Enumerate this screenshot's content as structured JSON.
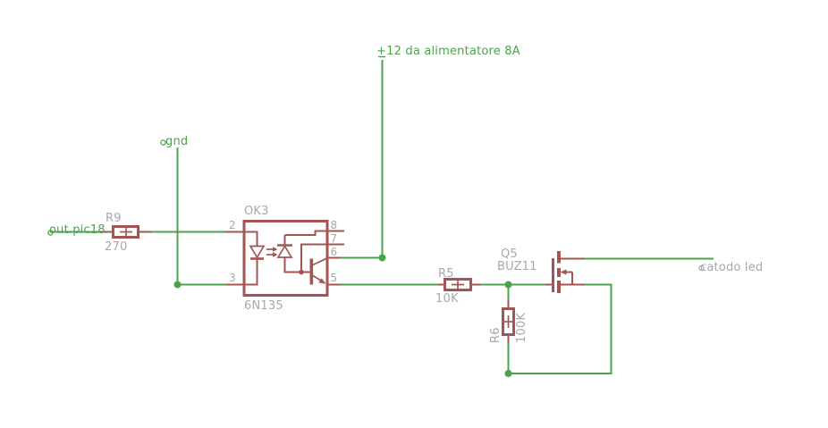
{
  "canvas": {
    "background": "#ffffff",
    "colors": {
      "wire_green": "#4ba34b",
      "component_red": "#a35454",
      "annotation_gray": "#a8a8a8"
    }
  },
  "net_labels": {
    "supply": "+12 da alimentatore 8A",
    "ground": "gnd",
    "input": "out pic18",
    "output": "catodo led"
  },
  "components": {
    "r9": {
      "name": "R9",
      "value": "270"
    },
    "r5": {
      "name": "R5",
      "value": "10K"
    },
    "r6": {
      "name": "R6",
      "value": "100K"
    },
    "q5": {
      "name": "Q5",
      "value": "BUZ11"
    },
    "ok3": {
      "name": "OK3",
      "value": "6N135",
      "pins": {
        "p2": "2",
        "p3": "3",
        "p5": "5",
        "p6": "6",
        "p7": "7",
        "p8": "8"
      }
    }
  }
}
